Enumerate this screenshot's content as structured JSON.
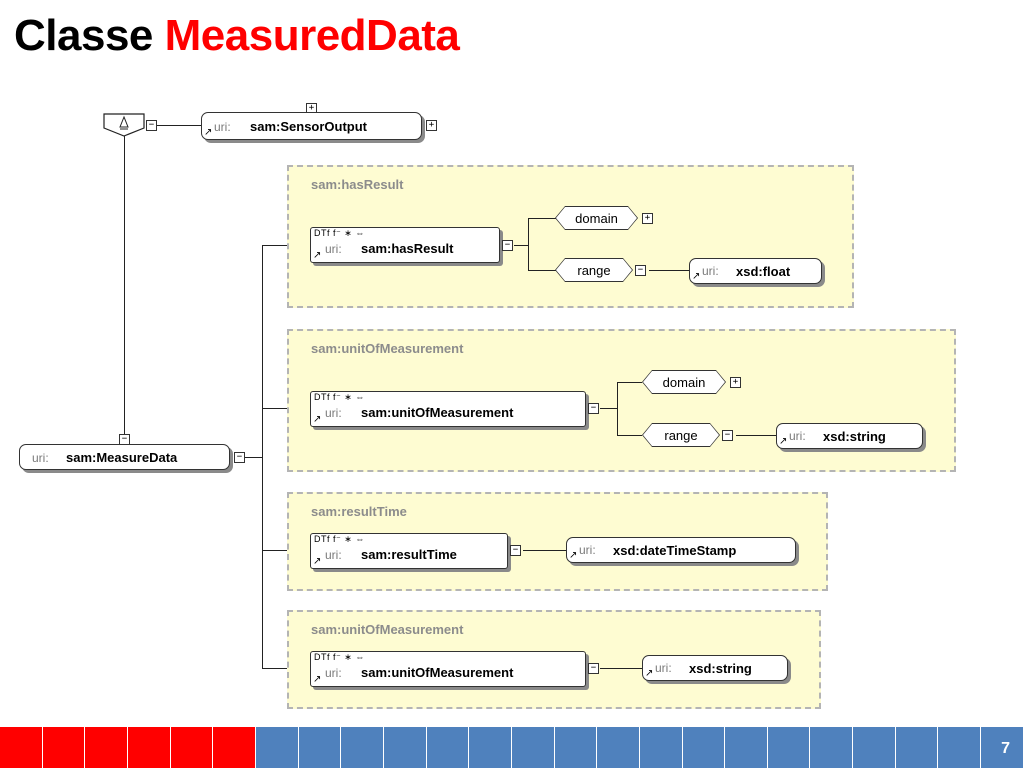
{
  "title": {
    "part1": "Classe",
    "part2": "MeasuredData"
  },
  "root_node": {
    "uri": "uri:",
    "name": "sam:MeasureData"
  },
  "superclass_node": {
    "uri": "uri:",
    "name": "sam:SensorOutput"
  },
  "flags": "DTf f⁻ ∗ ⇔",
  "groups": [
    {
      "title": "sam:hasResult",
      "property": {
        "uri": "uri:",
        "name": "sam:hasResult"
      },
      "domain": "domain",
      "range": "range",
      "range_target": {
        "uri": "uri:",
        "name": "xsd:float"
      }
    },
    {
      "title": "sam:unitOfMeasurement",
      "property": {
        "uri": "uri:",
        "name": "sam:unitOfMeasurement"
      },
      "domain": "domain",
      "range": "range",
      "range_target": {
        "uri": "uri:",
        "name": "xsd:string"
      }
    },
    {
      "title": "sam:resultTime",
      "property": {
        "uri": "uri:",
        "name": "sam:resultTime"
      },
      "target": {
        "uri": "uri:",
        "name": "xsd:dateTimeStamp"
      }
    },
    {
      "title": "sam:unitOfMeasurement",
      "property": {
        "uri": "uri:",
        "name": "sam:unitOfMeasurement"
      },
      "target": {
        "uri": "uri:",
        "name": "xsd:string"
      }
    }
  ],
  "footer": {
    "page_number": "7",
    "red_color": "#ff0000",
    "blue_color": "#4f81bd",
    "red_cells": 6,
    "blue_cells": 17
  }
}
